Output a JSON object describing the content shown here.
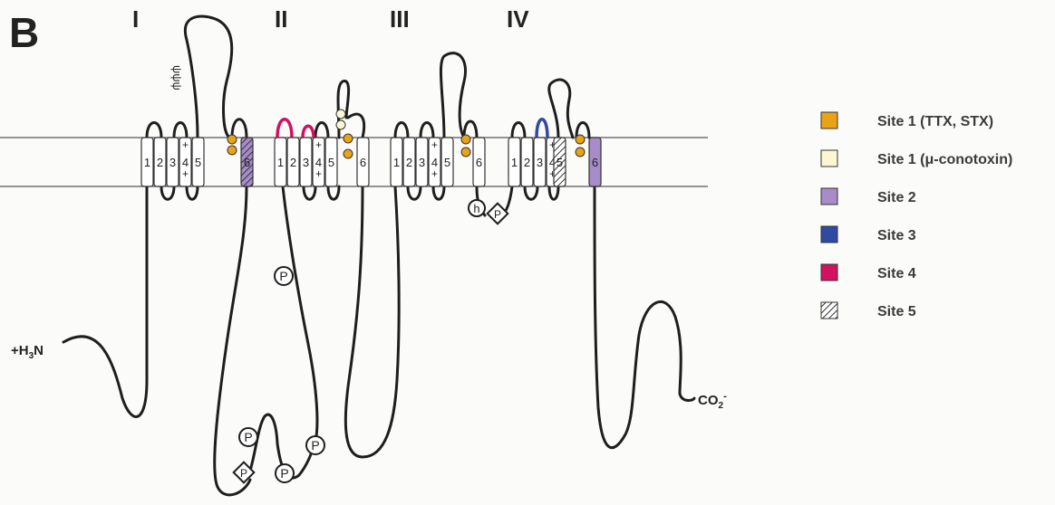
{
  "figure": {
    "panel_label": "B",
    "domain_labels": [
      "I",
      "II",
      "III",
      "IV"
    ],
    "n_terminus": "+H3N",
    "c_terminus": "CO2-",
    "segment_numbers": [
      "1",
      "2",
      "3",
      "4",
      "5",
      "6"
    ],
    "charge_marks": [
      "+",
      "+",
      "+"
    ],
    "phospho_label": "P",
    "h_label": "h",
    "glycosylation": "ψψψ"
  },
  "legend": {
    "items": [
      {
        "label": "Site 1 (TTX, STX)",
        "color": "#e8a317",
        "pattern": "solid"
      },
      {
        "label": "Site 1 (μ-conotoxin)",
        "color": "#fbf7d2",
        "pattern": "solid"
      },
      {
        "label": "Site 2",
        "color": "#a68cc8",
        "pattern": "solid"
      },
      {
        "label": "Site 3",
        "color": "#2f4aa0",
        "pattern": "solid"
      },
      {
        "label": "Site 4",
        "color": "#d0125f",
        "pattern": "solid"
      },
      {
        "label": "Site 5",
        "color": "#ffffff",
        "pattern": "hatch"
      }
    ]
  },
  "colors": {
    "line": "#1e1e1e",
    "membrane": "#555555",
    "ttx_site": "#e8a317",
    "conotoxin_site": "#fbf7d2",
    "site2": "#a68cc8",
    "site3": "#2f4aa0",
    "site4": "#d0125f"
  }
}
